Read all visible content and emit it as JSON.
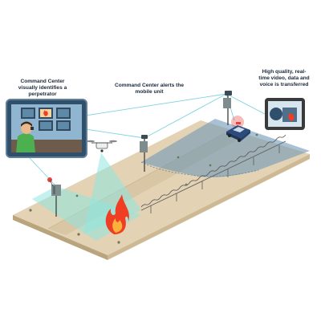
{
  "callouts": {
    "command_center_identifies": "Command Center visually identifies a perpetrator",
    "command_center_alerts": "Command Center alerts the mobile unit",
    "high_quality_transfer": "High quality, real-time video, data and voice is transferred"
  },
  "colors": {
    "ground": "#e3d2b4",
    "ground_side": "#b9a47e",
    "road": "#8e9aa8",
    "coverage_blue": "#6f98b8",
    "coverage_teal": "#8fe6e0",
    "link_line": "#7fd3e0",
    "fire_outer": "#ef3e23",
    "fire_inner": "#fbb03b",
    "siren": "#e8413a"
  },
  "icons": [
    "monitor-icon",
    "operator-icon",
    "fire-icon",
    "drone-icon",
    "camera-pole-icon",
    "radio-tower-icon",
    "patrol-car-icon",
    "tablet-icon",
    "barbed-wire-fence-icon"
  ]
}
